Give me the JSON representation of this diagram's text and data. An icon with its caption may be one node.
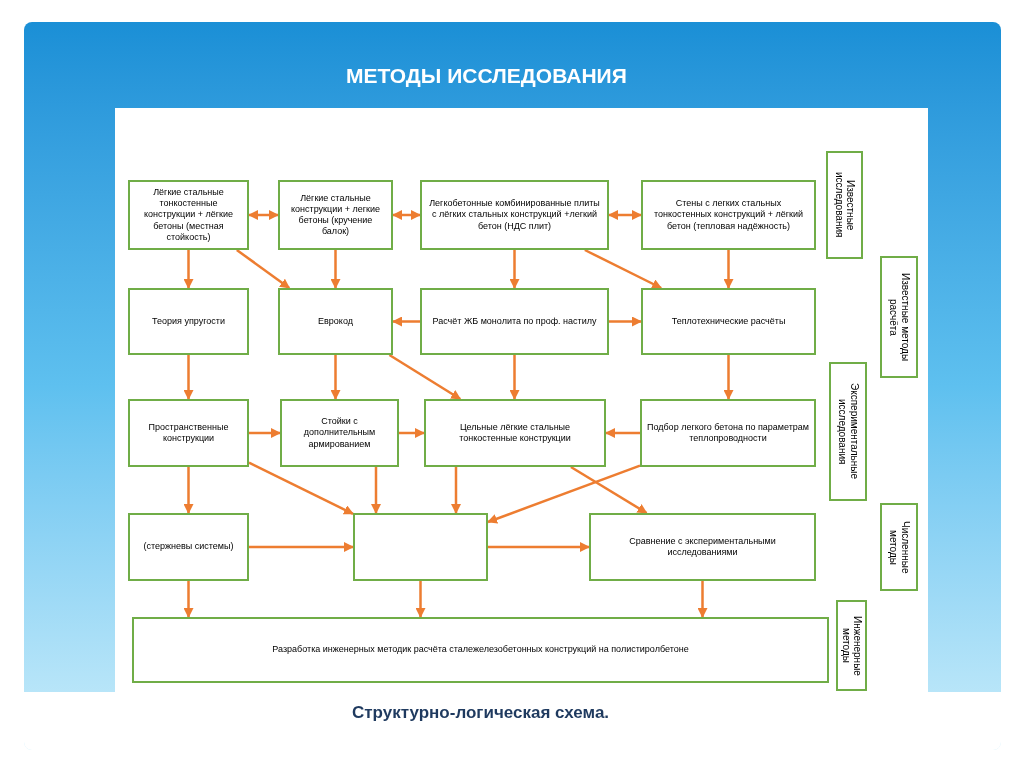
{
  "diagram": {
    "title": "МЕТОДЫ ИССЛЕДОВАНИЯ",
    "caption": "Структурно-логическая схема.",
    "nodes": [
      {
        "text": [
          "Лёгкие стальные тонкостенные конструкции + лёгкие бетоны (местная стойкость)"
        ]
      },
      {
        "text": [
          "Лёгкие стальные конструкции + легкие бетоны (кручение балок)"
        ]
      },
      {
        "text": [
          "Легкобетонные комбинированные плиты с лёгких стальных конструкций +легкий бетон (НДС плит)"
        ]
      },
      {
        "text": [
          "Стены с легких стальных тонкостенных конструкций + лёгкий бетон (тепловая надёжность)"
        ]
      },
      {
        "text": [
          "Теория упругости"
        ]
      },
      {
        "text": [
          "Еврокод"
        ]
      },
      {
        "text": [
          "Расчёт ЖБ монолита по проф. настилу"
        ]
      },
      {
        "text": [
          "Теплотехнические расчёты"
        ]
      },
      {
        "text": [
          "Пространственные конструкции"
        ]
      },
      {
        "text": [
          "Стойки с дополнительным армированием"
        ]
      },
      {
        "text": [
          "Цельные лёгкие стальные тонкостенные конструкции"
        ]
      },
      {
        "text": [
          "Подбор легкого бетона по параметрам теплопроводности"
        ]
      },
      {
        "text": [
          "(стержневы системы)"
        ]
      },
      {
        "text": [],
        "shape": "box"
      },
      {
        "text": [
          "Сравнение с экспериментальными исследованиями"
        ]
      },
      {
        "text": [
          "Разработка инженерных методик расчёта сталежелезобетонных конструкций на полистиролбетоне"
        ]
      },
      {
        "text": [
          "Известные исследования"
        ]
      },
      {
        "text": [
          "Известные методы расчёта"
        ]
      },
      {
        "text": [
          "Экспериментальные исследования"
        ]
      },
      {
        "text": [
          "Численные методы"
        ]
      },
      {
        "text": [
          "Инженерные методы"
        ]
      }
    ],
    "edges": [
      {
        "from": 0,
        "to": 1,
        "arrow": "both"
      },
      {
        "from": 1,
        "to": 2,
        "arrow": "both"
      },
      {
        "from": 2,
        "to": 3,
        "arrow": "both"
      },
      {
        "from": 0,
        "to": 4,
        "arrow": "to"
      },
      {
        "from": 0,
        "to": 5,
        "arrow": "to"
      },
      {
        "from": 1,
        "to": 5,
        "arrow": "to"
      },
      {
        "from": 2,
        "to": 6,
        "arrow": "to"
      },
      {
        "from": 2,
        "to": 7,
        "arrow": "to"
      },
      {
        "from": 3,
        "to": 7,
        "arrow": "to"
      },
      {
        "from": 6,
        "to": 5,
        "arrow": "to"
      },
      {
        "from": 6,
        "to": 7,
        "arrow": "to"
      },
      {
        "from": 4,
        "to": 8,
        "arrow": "to"
      },
      {
        "from": 5,
        "to": 9,
        "arrow": "to"
      },
      {
        "from": 5,
        "to": 10,
        "arrow": "to"
      },
      {
        "from": 6,
        "to": 10,
        "arrow": "to"
      },
      {
        "from": 7,
        "to": 11,
        "arrow": "to"
      },
      {
        "from": 8,
        "to": 9,
        "arrow": "to"
      },
      {
        "from": 9,
        "to": 10,
        "arrow": "to"
      },
      {
        "from": 11,
        "to": 10,
        "arrow": "to"
      },
      {
        "from": 8,
        "to": 12,
        "arrow": "to"
      },
      {
        "from": 8,
        "to": 13,
        "arrow": "to"
      },
      {
        "from": 9,
        "to": 13,
        "arrow": "to"
      },
      {
        "from": 10,
        "to": 13,
        "arrow": "to"
      },
      {
        "from": 11,
        "to": 13,
        "arrow": "to"
      },
      {
        "from": 10,
        "to": 14,
        "arrow": "to"
      },
      {
        "from": 12,
        "to": 13,
        "arrow": "to"
      },
      {
        "from": 13,
        "to": 14,
        "arrow": "to"
      },
      {
        "from": 12,
        "to": 15,
        "arrow": "to"
      },
      {
        "from": 13,
        "to": 15,
        "arrow": "to"
      },
      {
        "from": 14,
        "to": 15,
        "arrow": "to"
      }
    ]
  }
}
